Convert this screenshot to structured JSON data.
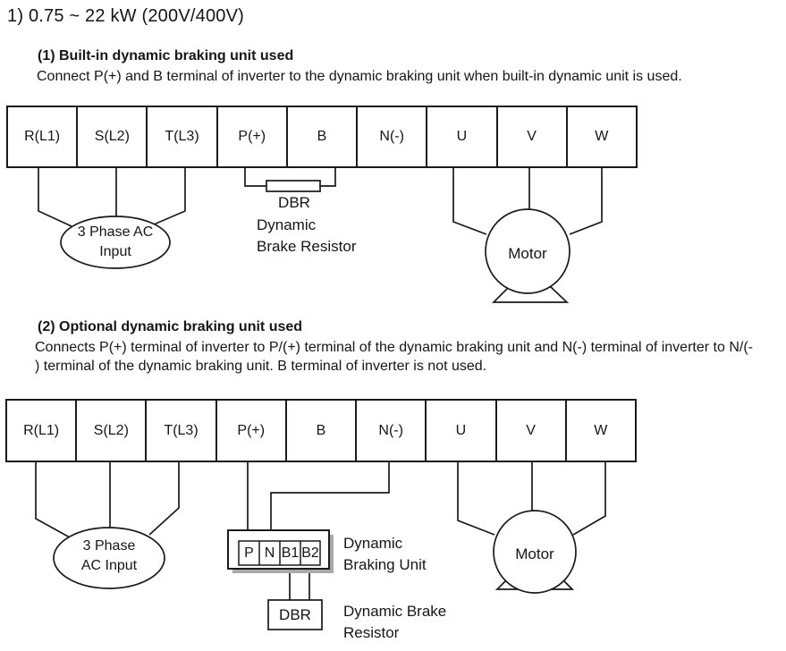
{
  "page": {
    "title": "1) 0.75 ~ 22 kW (200V/400V)"
  },
  "colors": {
    "line": "#1a1a1a",
    "shadow": "#a9a9a9",
    "background": "#ffffff"
  },
  "section1": {
    "heading": "(1) Built-in dynamic braking unit used",
    "body": "Connect P(+) and B terminal of inverter to the dynamic braking unit when built-in dynamic unit is used.",
    "terminals": [
      "R(L1)",
      "S(L2)",
      "T(L3)",
      "P(+)",
      "B",
      "N(-)",
      "U",
      "V",
      "W"
    ],
    "dbr_label": "DBR",
    "dbr_caption_line1": "Dynamic",
    "dbr_caption_line2": "Brake Resistor",
    "ac_input_line1": "3 Phase AC",
    "ac_input_line2": "Input",
    "motor_label": "Motor"
  },
  "section2": {
    "heading": "(2) Optional dynamic braking unit used",
    "body_line1": "Connects P(+) terminal of inverter to P/(+) terminal of the dynamic braking unit and N(-) terminal of inverter to N/(-",
    "body_line2": ") terminal of the dynamic braking unit. B terminal of inverter is not used.",
    "terminals": [
      "R(L1)",
      "S(L2)",
      "T(L3)",
      "P(+)",
      "B",
      "N(-)",
      "U",
      "V",
      "W"
    ],
    "braking_unit_terminals": [
      "P",
      "N",
      "B1",
      "B2"
    ],
    "braking_unit_caption_line1": "Dynamic",
    "braking_unit_caption_line2": "Braking Unit",
    "dbr_label": "DBR",
    "dbr_caption_line1": "Dynamic Brake",
    "dbr_caption_line2": "Resistor",
    "ac_input_line1": "3 Phase",
    "ac_input_line2": "AC Input",
    "motor_label": "Motor"
  }
}
